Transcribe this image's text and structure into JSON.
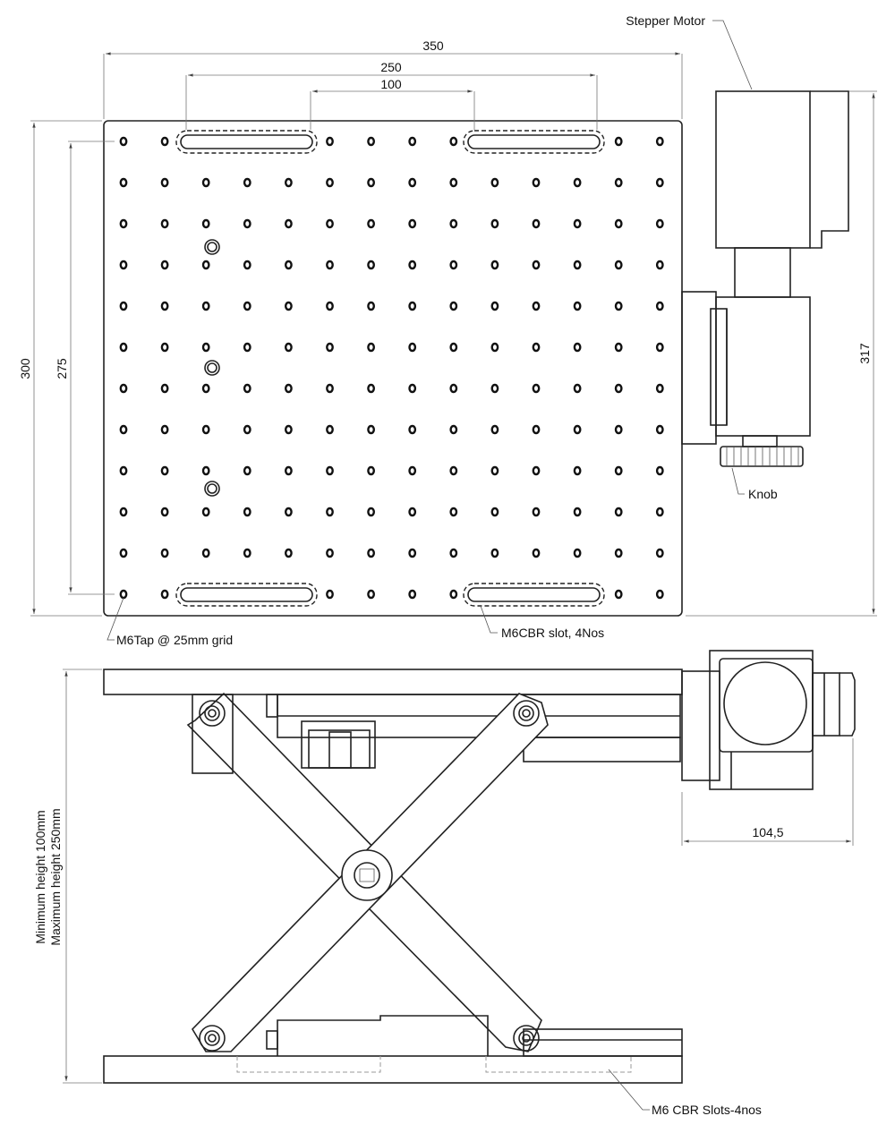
{
  "dimensions": {
    "plate_width": "350",
    "slot_outer_span": "250",
    "slot_inner_span": "100",
    "plate_depth": "300",
    "slot_vertical_span": "275",
    "overall_depth": "317",
    "motor_projection": "104,5"
  },
  "callouts": {
    "stepper_motor": "Stepper Motor",
    "knob": "Knob",
    "tap_grid": "M6Tap @ 25mm grid",
    "top_slots": "M6CBR slot, 4Nos",
    "bottom_slots": "M6 CBR Slots-4nos",
    "min_height": "Minimum height 100mm",
    "max_height": "Maximum height 250mm"
  },
  "grid": {
    "columns": 14,
    "rows": 12
  }
}
